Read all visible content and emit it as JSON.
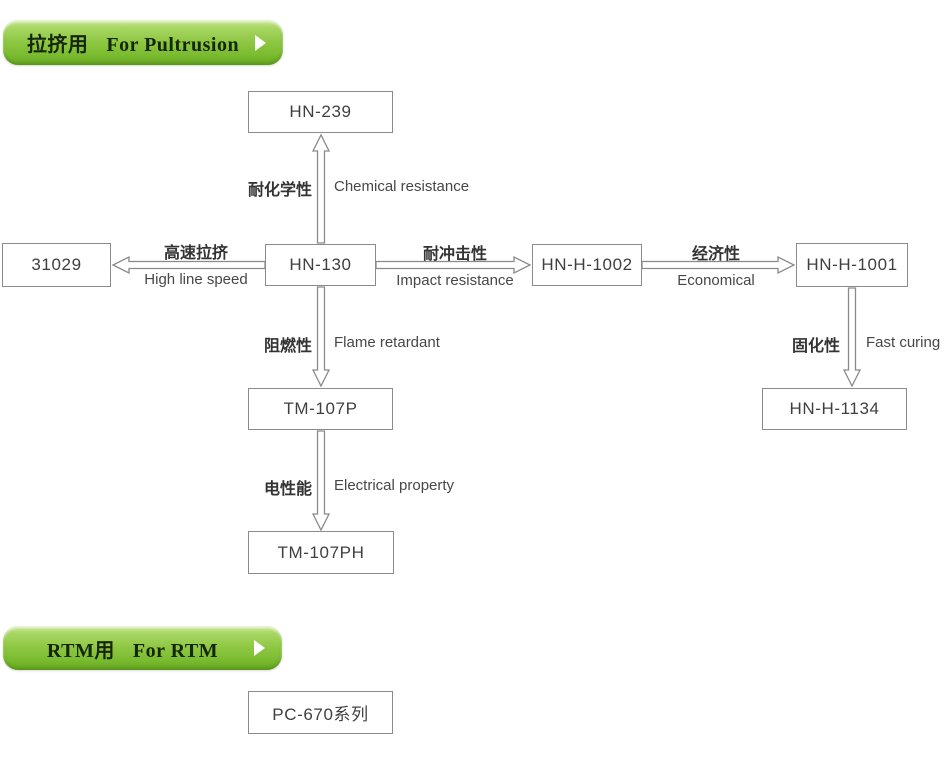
{
  "banners": {
    "pultrusion": {
      "cn": "拉挤用",
      "en": "For Pultrusion"
    },
    "rtm": {
      "cn": "RTM用",
      "en": "For RTM"
    }
  },
  "nodes": {
    "hn239": "HN-239",
    "n31029": "31029",
    "hn130": "HN-130",
    "hnh1002": "HN-H-1002",
    "hnh1001": "HN-H-1001",
    "tm107p": "TM-107P",
    "hnh1134": "HN-H-1134",
    "tm107ph": "TM-107PH",
    "pc670": "PC-670系列"
  },
  "edge_labels": {
    "chemical": {
      "cn": "耐化学性",
      "en": "Chemical resistance"
    },
    "high_speed": {
      "cn": "高速拉挤",
      "en": "High line speed"
    },
    "impact": {
      "cn": "耐冲击性",
      "en": "Impact resistance"
    },
    "economical": {
      "cn": "经济性",
      "en": "Economical"
    },
    "flame": {
      "cn": "阻燃性",
      "en": "Flame retardant"
    },
    "fast_curing": {
      "cn": "固化性",
      "en": "Fast curing"
    },
    "electrical": {
      "cn": "电性能",
      "en": "Electrical property"
    }
  },
  "colors": {
    "banner_green_light": "#a9d765",
    "banner_green_dark": "#67a722",
    "banner_text": "#16260a",
    "box_border": "#8b8b8b",
    "box_text": "#3f3f3f",
    "arrow_outline": "#8a8a8a",
    "background": "#ffffff"
  }
}
